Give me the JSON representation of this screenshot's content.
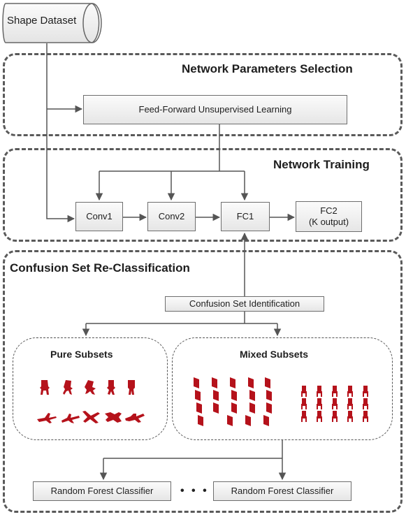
{
  "dataset": {
    "label": "Shape Dataset"
  },
  "panels": {
    "params": {
      "title": "Network Parameters Selection"
    },
    "training": {
      "title": "Network Training"
    },
    "confusion": {
      "title": "Confusion Set Re-Classification"
    }
  },
  "nodes": {
    "ffu": "Feed-Forward Unsupervised Learning",
    "conv1": "Conv1",
    "conv2": "Conv2",
    "fc1": "FC1",
    "fc2_line1": "FC2",
    "fc2_line2": "(K output)",
    "confusion_id": "Confusion Set Identification"
  },
  "subsets": {
    "pure": {
      "title": "Pure Subsets",
      "icon": "shape-thumbnail-icon"
    },
    "mixed": {
      "title": "Mixed Subsets",
      "icon": "shape-thumbnail-icon"
    }
  },
  "classifiers": {
    "left": "Random Forest Classifier",
    "right": "Random Forest Classifier",
    "ellipsis": "• • •"
  },
  "colors": {
    "line": "#555555",
    "dashed_border": "#5a5a5a",
    "shape_fill": "#b5121b",
    "box_fill_top": "#fbfbfb",
    "box_fill_bottom": "#e6e6e6"
  }
}
